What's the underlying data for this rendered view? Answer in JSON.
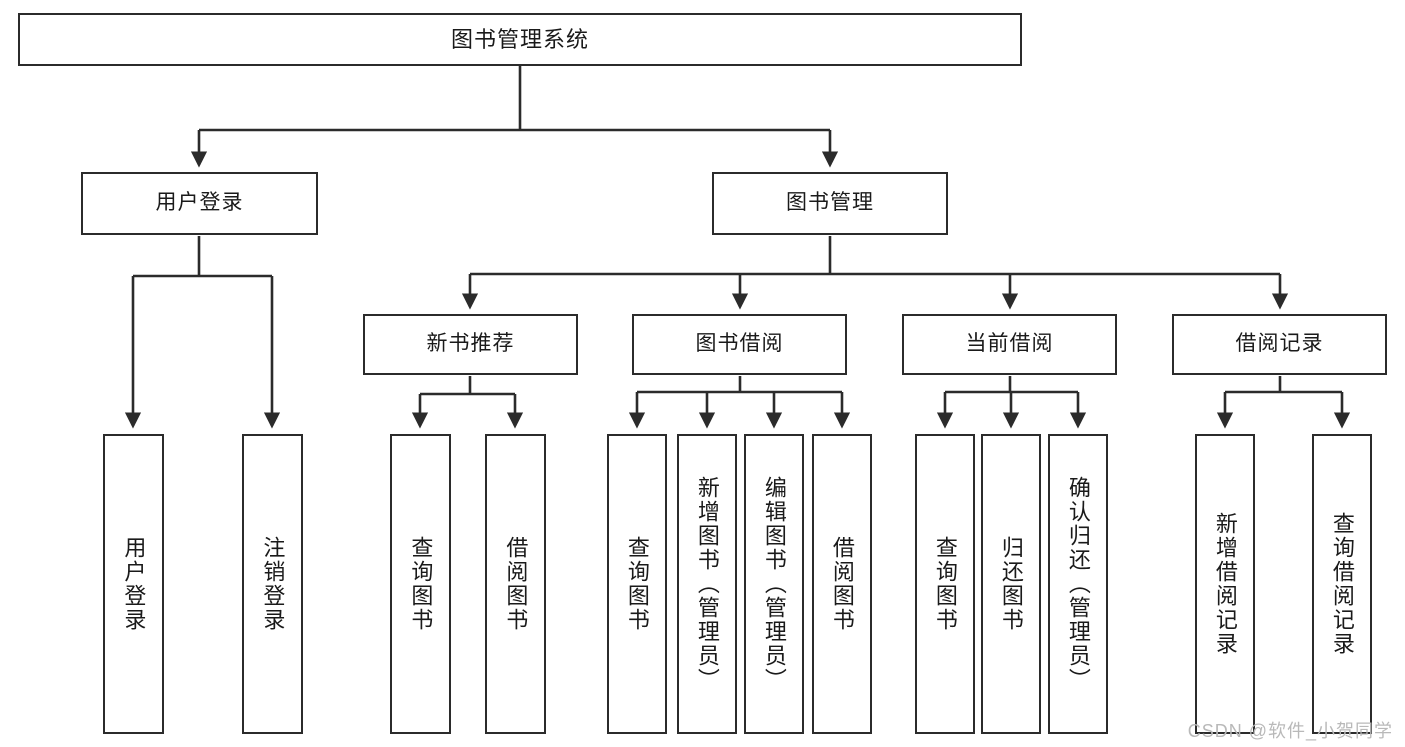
{
  "diagram": {
    "type": "tree-hierarchy-diagram",
    "title": "图书管理系统",
    "watermark": "CSDN @软件_小贺同学",
    "colors": {
      "box_border": "#2b2b2b",
      "box_fill": "#ffffff",
      "connector": "#2b2b2b",
      "text": "#1a1a1a",
      "watermark": "#b9b9b9",
      "background": "#ffffff"
    },
    "nodes": {
      "root": {
        "label": "图书管理系统"
      },
      "level1": [
        {
          "label": "用户登录"
        },
        {
          "label": "图书管理"
        }
      ],
      "level2": [
        {
          "label": "新书推荐"
        },
        {
          "label": "图书借阅"
        },
        {
          "label": "当前借阅"
        },
        {
          "label": "借阅记录"
        }
      ],
      "leaves": {
        "user_login": [
          {
            "label": "用户登录"
          },
          {
            "label": "注销登录"
          }
        ],
        "new_book_recommend": [
          {
            "label": "查询图书"
          },
          {
            "label": "借阅图书"
          }
        ],
        "book_borrow": [
          {
            "label": "查询图书"
          },
          {
            "label": "新增图书（管理员）"
          },
          {
            "label": "编辑图书（管理员）"
          },
          {
            "label": "借阅图书"
          }
        ],
        "current_borrow": [
          {
            "label": "查询图书"
          },
          {
            "label": "归还图书"
          },
          {
            "label": "确认归还（管理员）"
          }
        ],
        "borrow_record": [
          {
            "label": "新增借阅记录"
          },
          {
            "label": "查询借阅记录"
          }
        ]
      }
    }
  }
}
